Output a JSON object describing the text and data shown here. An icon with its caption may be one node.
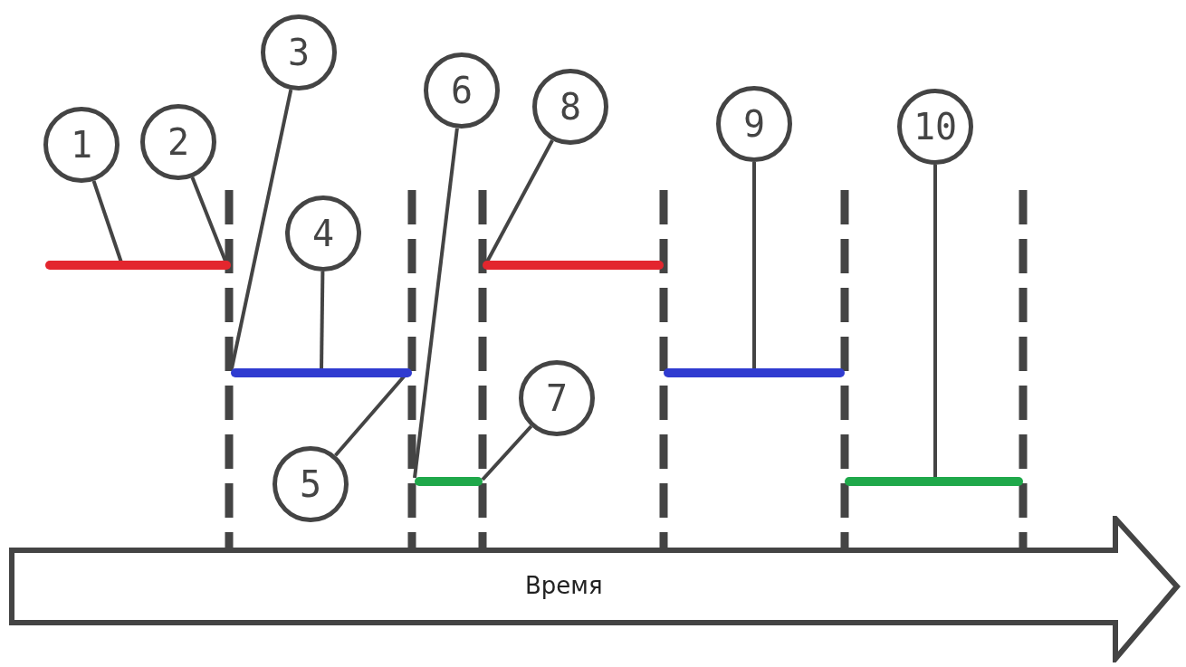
{
  "diagram": {
    "nodes": [
      {
        "text": [
          "1"
        ]
      },
      {
        "text": [
          "2"
        ]
      },
      {
        "text": [
          "3"
        ]
      },
      {
        "text": [
          "4"
        ]
      },
      {
        "text": [
          "5"
        ]
      },
      {
        "text": [
          "6"
        ]
      },
      {
        "text": [
          "7"
        ]
      },
      {
        "text": [
          "8"
        ]
      },
      {
        "text": [
          "9"
        ]
      },
      {
        "text": [
          "10"
        ]
      },
      {
        "text": [],
        "shape": "bar"
      },
      {
        "text": [],
        "shape": "bar"
      },
      {
        "text": [],
        "shape": "bar"
      },
      {
        "text": [],
        "shape": "bar"
      },
      {
        "text": [],
        "shape": "bar"
      },
      {
        "text": [],
        "shape": "bar"
      },
      {
        "text": [
          "Время"
        ]
      }
    ],
    "edges": [
      {
        "from": 0,
        "to": 10,
        "arrow": "none"
      },
      {
        "from": 1,
        "to": 10,
        "arrow": "none"
      },
      {
        "from": 2,
        "to": 11,
        "arrow": "none"
      },
      {
        "from": 3,
        "to": 11,
        "arrow": "none"
      },
      {
        "from": 4,
        "to": 11,
        "arrow": "none"
      },
      {
        "from": 5,
        "to": 12,
        "arrow": "none"
      },
      {
        "from": 6,
        "to": 12,
        "arrow": "none"
      },
      {
        "from": 7,
        "to": 13,
        "arrow": "none"
      },
      {
        "from": 8,
        "to": 14,
        "arrow": "none"
      },
      {
        "from": 9,
        "to": 15,
        "arrow": "none"
      }
    ]
  }
}
